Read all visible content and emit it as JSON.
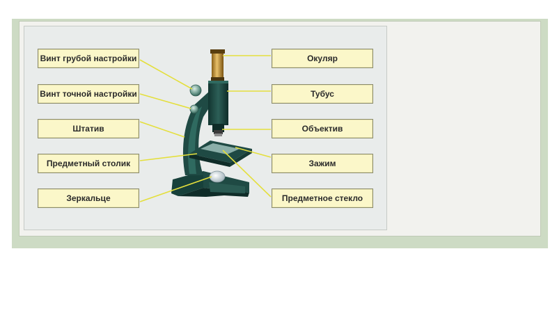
{
  "labels": {
    "coarse_knob": "Винт грубой настройки",
    "fine_knob": "Винт точной настройки",
    "stand": "Штатив",
    "stage": "Предметный столик",
    "mirror": "Зеркальце",
    "eyepiece": "Окуляр",
    "tube": "Тубус",
    "objective": "Объектив",
    "clip": "Зажим",
    "slide": "Предметное стекло"
  },
  "colors": {
    "microscope_body": "#1f4a44",
    "label_fill": "#fbf7c9",
    "leader_line": "#e6e24a",
    "eyepiece": "#c89a36"
  }
}
